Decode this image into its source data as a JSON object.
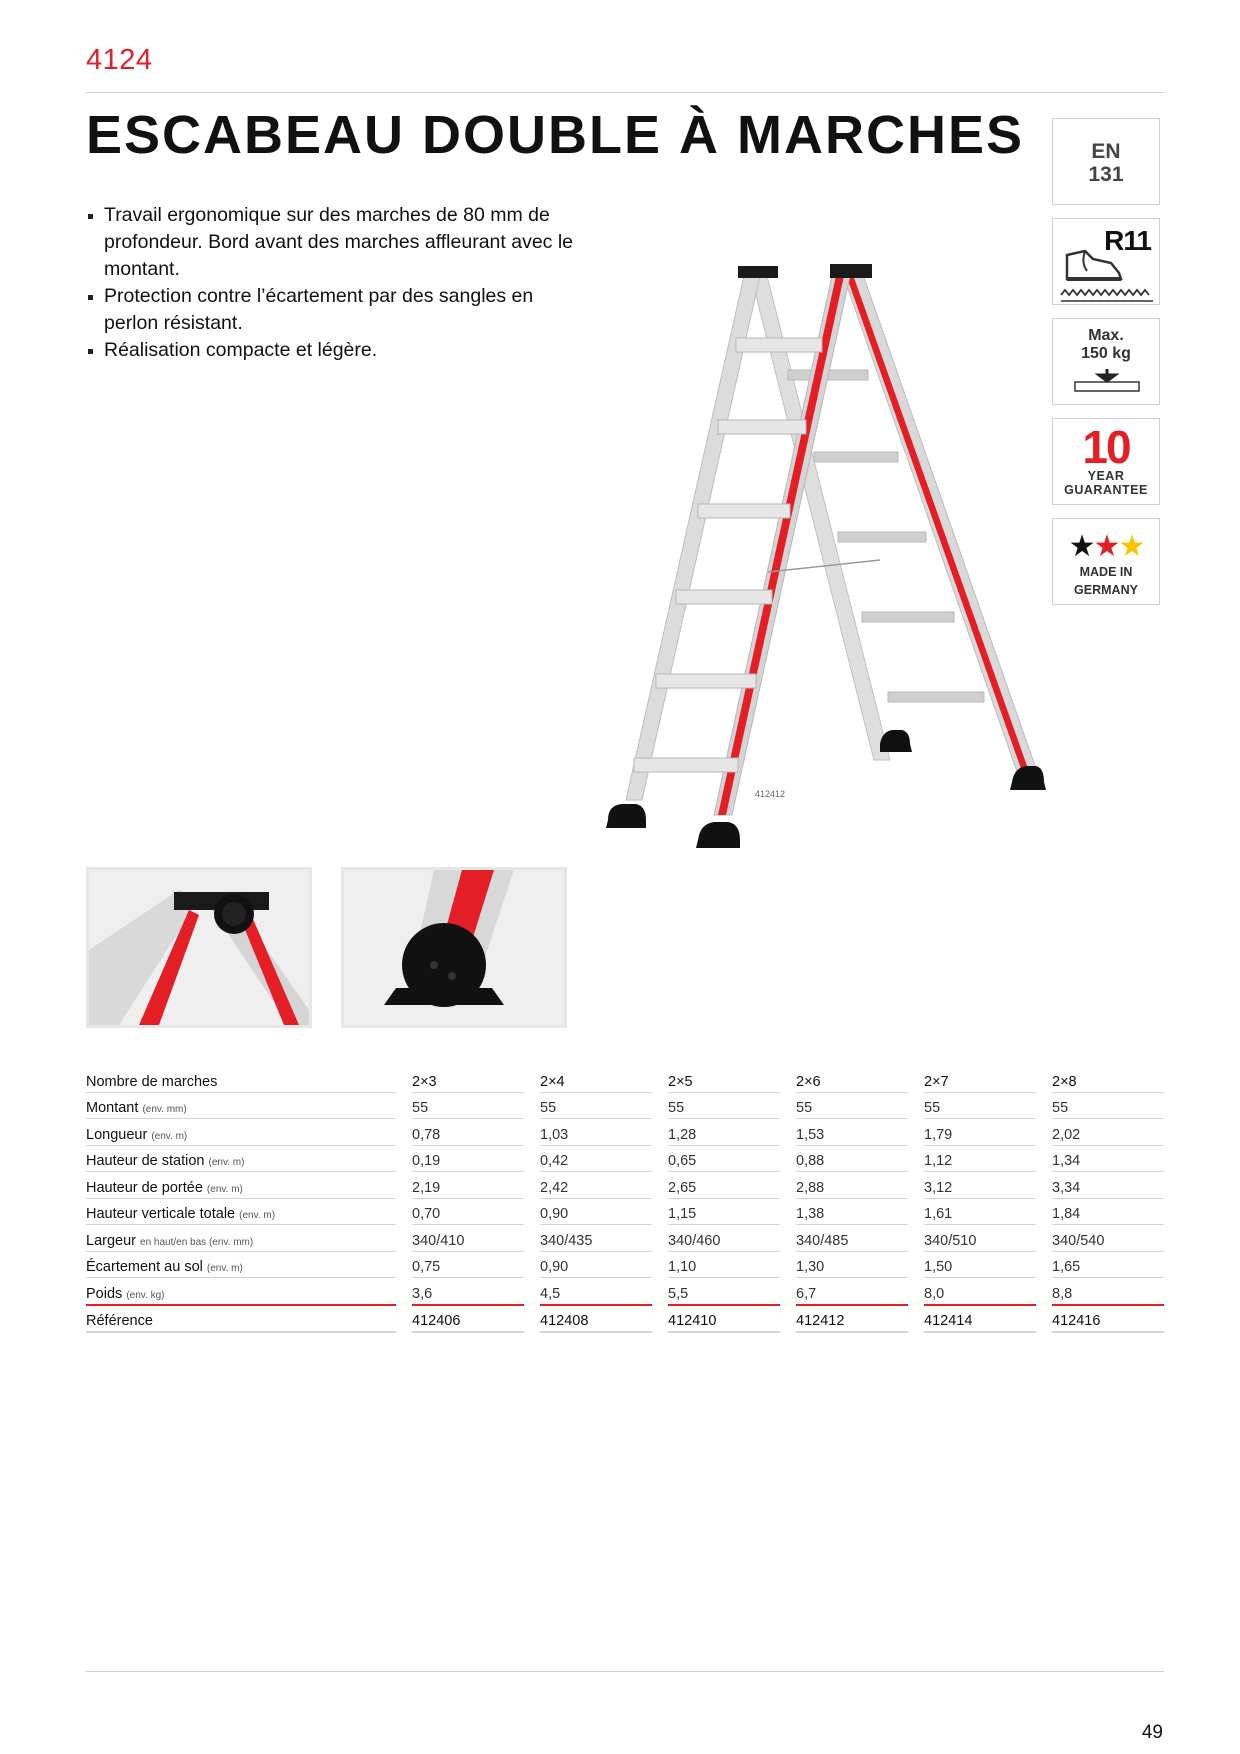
{
  "header": {
    "code": "4124",
    "title": "ESCABEAU DOUBLE À MARCHES"
  },
  "features": [
    "Travail ergonomique sur des marches de 80 mm de profondeur. Bord avant des marches affleurant avec le montant.",
    "Protection contre l’écartement par des sangles en perlon résistant.",
    "Réalisation compacte et légère."
  ],
  "badges": {
    "en_line1": "EN",
    "en_line2": "131",
    "r11": "R11",
    "max_line1": "Max.",
    "max_line2": "150 kg",
    "guarantee_num": "10",
    "guarantee_line1": "YEAR",
    "guarantee_line2": "GUARANTEE",
    "made_line1": "MADE IN",
    "made_line2": "GERMANY"
  },
  "image": {
    "ref_label": "412412"
  },
  "table": {
    "header_label": "Nombre de marches",
    "columns": [
      "2×3",
      "2×4",
      "2×5",
      "2×6",
      "2×7",
      "2×8"
    ],
    "rows": [
      {
        "label": "Montant",
        "unit": "(env. mm)",
        "values": [
          "55",
          "55",
          "55",
          "55",
          "55",
          "55"
        ]
      },
      {
        "label": "Longueur",
        "unit": "(env. m)",
        "values": [
          "0,78",
          "1,03",
          "1,28",
          "1,53",
          "1,79",
          "2,02"
        ]
      },
      {
        "label": "Hauteur de station",
        "unit": "(env. m)",
        "values": [
          "0,19",
          "0,42",
          "0,65",
          "0,88",
          "1,12",
          "1,34"
        ]
      },
      {
        "label": "Hauteur de portée",
        "unit": "(env. m)",
        "values": [
          "2,19",
          "2,42",
          "2,65",
          "2,88",
          "3,12",
          "3,34"
        ]
      },
      {
        "label": "Hauteur verticale totale",
        "unit": "(env. m)",
        "values": [
          "0,70",
          "0,90",
          "1,15",
          "1,38",
          "1,61",
          "1,84"
        ]
      },
      {
        "label": "Largeur",
        "unit": "en haut/en bas (env. mm)",
        "values": [
          "340/410",
          "340/435",
          "340/460",
          "340/485",
          "340/510",
          "340/540"
        ]
      },
      {
        "label": "Écartement au sol",
        "unit": "(env. m)",
        "values": [
          "0,75",
          "0,90",
          "1,10",
          "1,30",
          "1,50",
          "1,65"
        ]
      },
      {
        "label": "Poids",
        "unit": "(env. kg)",
        "values": [
          "3,6",
          "4,5",
          "5,5",
          "6,7",
          "8,0",
          "8,8"
        ]
      }
    ],
    "reference_label": "Référence",
    "references": [
      "412406",
      "412408",
      "412410",
      "412412",
      "412414",
      "412416"
    ]
  },
  "footer": {
    "page_number": "49"
  }
}
